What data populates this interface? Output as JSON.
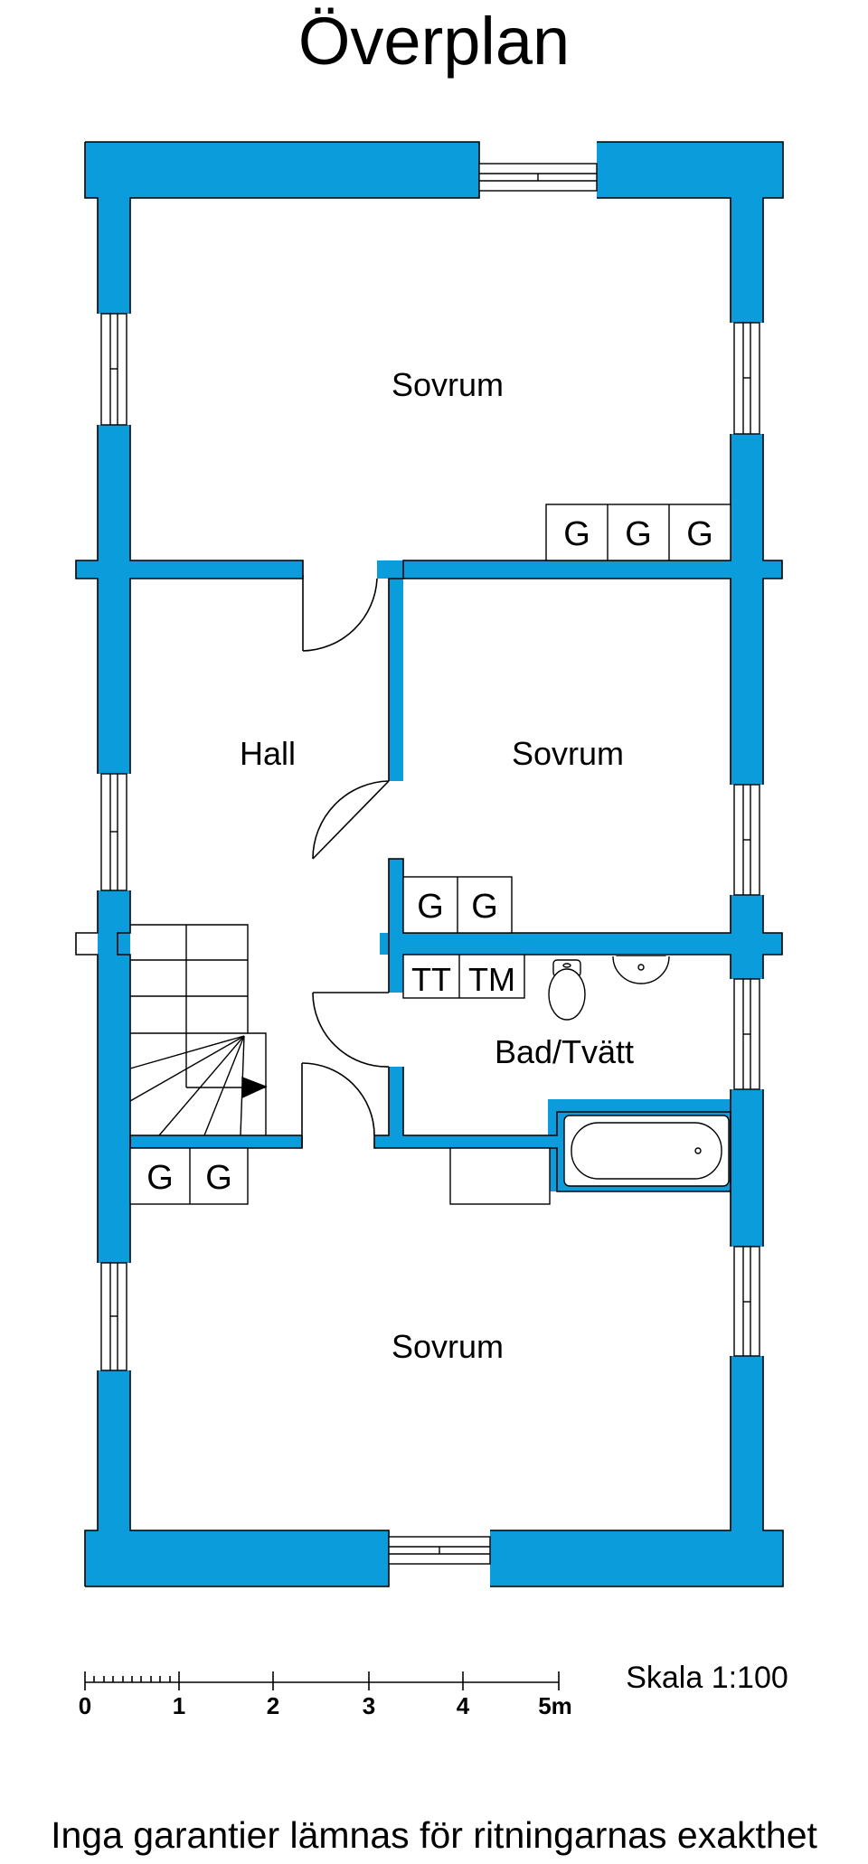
{
  "title": "Överplan",
  "rooms": {
    "sovrum_top": "Sovrum",
    "hall": "Hall",
    "sovrum_middle": "Sovrum",
    "bad_tvatt": "Bad/Tvätt",
    "sovrum_bottom": "Sovrum"
  },
  "closets": {
    "top_row": [
      "G",
      "G",
      "G"
    ],
    "middle_row": [
      "G",
      "G"
    ],
    "laundry": [
      "TT",
      "TM"
    ],
    "lower_left": [
      "G",
      "G"
    ]
  },
  "scale": {
    "label": "Skala 1:100",
    "ticks": [
      "0",
      "1",
      "2",
      "3",
      "4",
      "5m"
    ]
  },
  "disclaimer": "Inga garantier lämnas för ritningarnas exakthet",
  "colors": {
    "wall": "#0b9ddb",
    "line": "#000000",
    "background": "#ffffff"
  }
}
